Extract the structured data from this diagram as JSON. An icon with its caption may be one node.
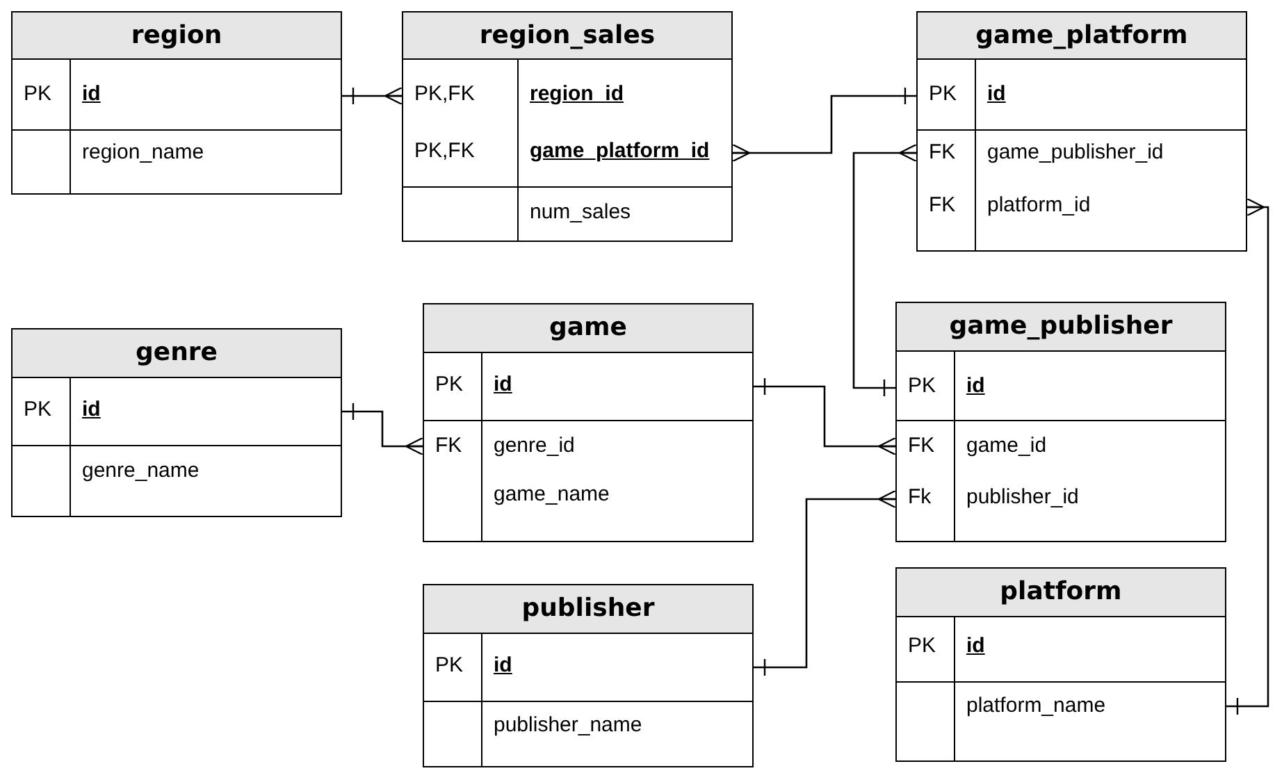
{
  "diagram": {
    "nodes": [
      {
        "text": [
          "region"
        ]
      },
      {
        "text": [
          "PK",
          "id"
        ],
        "in": 0
      },
      {
        "text": [
          "region_name"
        ],
        "in": 0
      },
      {
        "text": [
          "region_sales"
        ]
      },
      {
        "text": [
          "PK,FK",
          "region_id"
        ],
        "in": 3
      },
      {
        "text": [
          "PK,FK",
          "game_platform_id"
        ],
        "in": 3
      },
      {
        "text": [
          "num_sales"
        ],
        "in": 3
      },
      {
        "text": [
          "game_platform"
        ]
      },
      {
        "text": [
          "PK",
          "id"
        ],
        "in": 7
      },
      {
        "text": [
          "FK",
          "game_publisher_id"
        ],
        "in": 7
      },
      {
        "text": [
          "FK",
          "platform_id"
        ],
        "in": 7
      },
      {
        "text": [
          "genre"
        ]
      },
      {
        "text": [
          "PK",
          "id"
        ],
        "in": 11
      },
      {
        "text": [
          "genre_name"
        ],
        "in": 11
      },
      {
        "text": [
          "game"
        ]
      },
      {
        "text": [
          "PK",
          "id"
        ],
        "in": 14
      },
      {
        "text": [
          "FK",
          "genre_id"
        ],
        "in": 14
      },
      {
        "text": [
          "game_name"
        ],
        "in": 14
      },
      {
        "text": [
          "game_publisher"
        ]
      },
      {
        "text": [
          "PK",
          "id"
        ],
        "in": 18
      },
      {
        "text": [
          "FK",
          "game_id"
        ],
        "in": 18
      },
      {
        "text": [
          "Fk",
          "publisher_id"
        ],
        "in": 18
      },
      {
        "text": [
          "publisher"
        ]
      },
      {
        "text": [
          "PK",
          "id"
        ],
        "in": 22
      },
      {
        "text": [
          "publisher_name"
        ],
        "in": 22
      },
      {
        "text": [
          "platform"
        ]
      },
      {
        "text": [
          "PK",
          "id"
        ],
        "in": 25
      },
      {
        "text": [
          "platform_name"
        ],
        "in": 25
      }
    ],
    "edges": [
      {
        "from": 1,
        "to": 4,
        "arrow": "other"
      },
      {
        "from": 8,
        "to": 5,
        "arrow": "other"
      },
      {
        "from": 19,
        "to": 9,
        "arrow": "other"
      },
      {
        "from": 12,
        "to": 16,
        "arrow": "other"
      },
      {
        "from": 15,
        "to": 20,
        "arrow": "other"
      },
      {
        "from": 23,
        "to": 21,
        "arrow": "other"
      },
      {
        "from": 27,
        "to": 10,
        "arrow": "other"
      }
    ]
  }
}
